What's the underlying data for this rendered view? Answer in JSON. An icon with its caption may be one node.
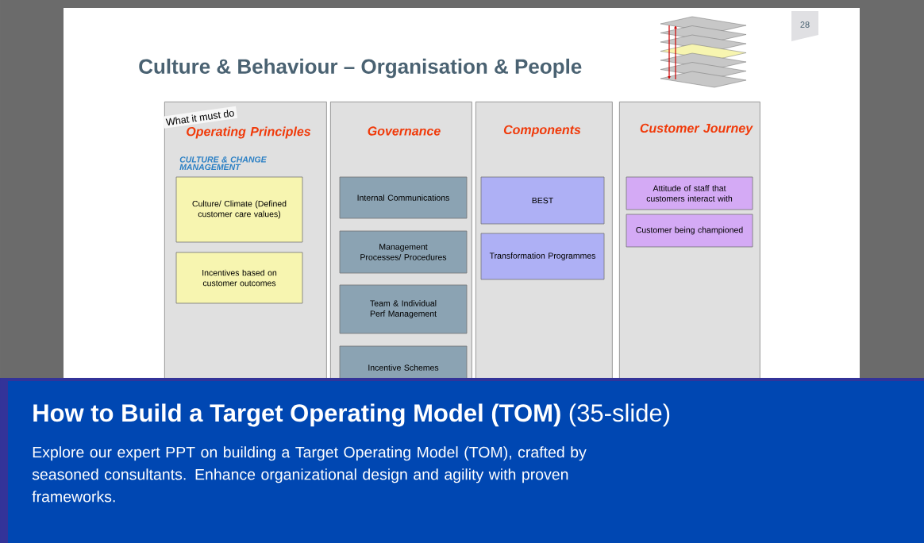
{
  "diagram": {
    "title": "Culture & Behaviour – Organisation & People",
    "nodes": [
      {
        "text": [
          "Operating Principles",
          "CULTURE & CHANGE MANAGEMENT"
        ],
        "beside": [
          "What it must do"
        ]
      },
      {
        "text": [
          "Culture/ Climate (Defined customer care values)"
        ],
        "in": 0
      },
      {
        "text": [
          "Incentives based on customer outcomes"
        ],
        "in": 0
      },
      {
        "text": [
          "Governance"
        ]
      },
      {
        "text": [
          "Internal Communications"
        ],
        "in": 3
      },
      {
        "text": [
          "Management Processes/ Procedures"
        ],
        "in": 3
      },
      {
        "text": [
          "Team & Individual Perf Management"
        ],
        "in": 3
      },
      {
        "text": [
          "Incentive Schemes"
        ],
        "in": 3
      },
      {
        "text": [
          "Components"
        ]
      },
      {
        "text": [
          "BEST"
        ],
        "in": 8
      },
      {
        "text": [
          "Transformation Programmes"
        ],
        "in": 8
      },
      {
        "text": [
          "Customer Journey"
        ]
      },
      {
        "text": [
          "Attitude of staff that customers interact with"
        ],
        "in": 11
      },
      {
        "text": [
          "Customer being championed"
        ],
        "in": 11
      }
    ],
    "labels": [
      "28",
      "**How to Build a Target Operating Model (TOM)** (35-slide)",
      "Explore our expert PPT on building a Target Operating Model (TOM), crafted by seasoned consultants. Enhance organizational design and agility with proven frameworks."
    ]
  }
}
